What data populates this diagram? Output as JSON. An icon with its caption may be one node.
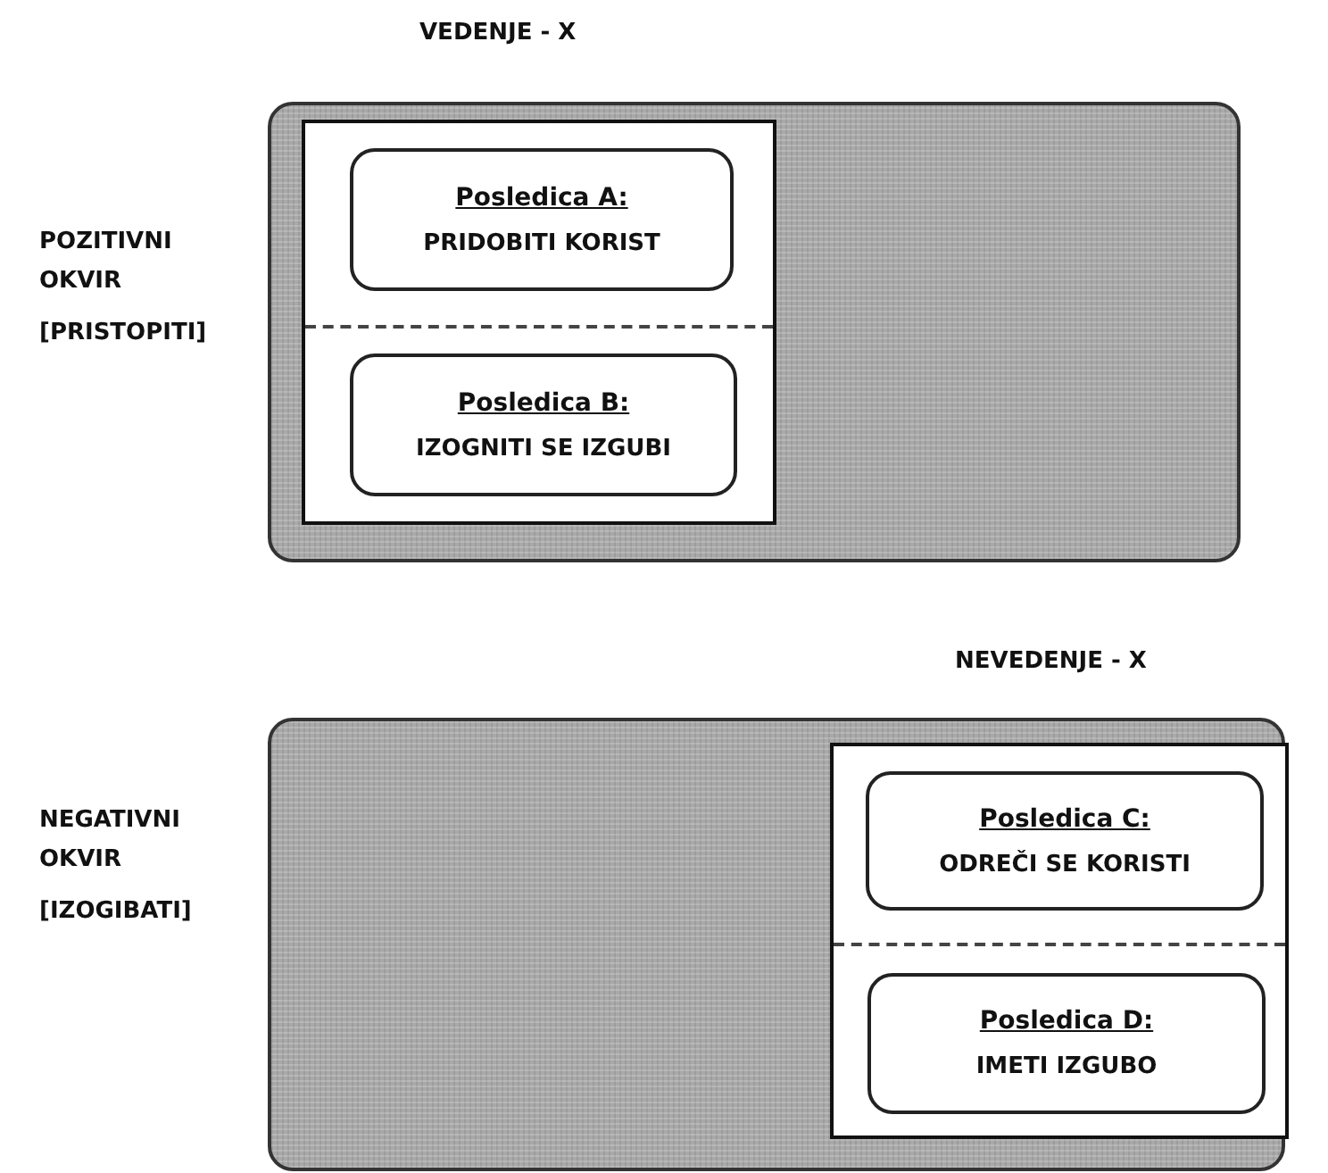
{
  "diagram": {
    "nodes": [
      {
        "text": [],
        "shape": "box"
      },
      {
        "text": [],
        "shape": "box",
        "in": 0
      },
      {
        "text": [
          "Posledica A:",
          "PRIDOBITI KORIST"
        ],
        "in": 1
      },
      {
        "text": [
          "Posledica B:",
          "IZOGNITI SE IZGUBI"
        ],
        "in": 1
      },
      {
        "text": [],
        "shape": "box"
      },
      {
        "text": [],
        "shape": "box",
        "in": 4
      },
      {
        "text": [
          "Posledica C:",
          "ODREČI SE KORISTI"
        ],
        "in": 5
      },
      {
        "text": [
          "Posledica D:",
          "IMETI IZGUBO"
        ],
        "in": 5
      }
    ],
    "edges": [],
    "labels": [
      "VEDENJE - X",
      "POZITIVNI OKVIR",
      "[PRISTOPITI]",
      "NEVEDENJE - X",
      "NEGATIVNI OKVIR",
      "[IZOGIBATI]"
    ]
  }
}
